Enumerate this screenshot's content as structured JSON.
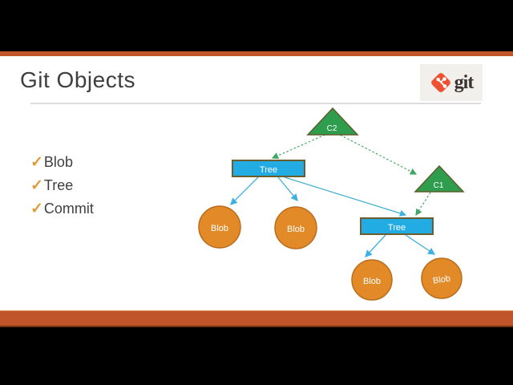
{
  "slide": {
    "title": "Git Objects",
    "check_glyph": "✓",
    "bullets": [
      "Blob",
      "Tree",
      "Commit"
    ]
  },
  "logo": {
    "wordmark": "git"
  },
  "diagram": {
    "nodes": {
      "c2": {
        "label": "C2",
        "shape": "triangle",
        "meaning": "commit"
      },
      "c1": {
        "label": "C1",
        "shape": "triangle",
        "meaning": "commit"
      },
      "tree1": {
        "label": "Tree",
        "shape": "rectangle",
        "meaning": "tree"
      },
      "tree2": {
        "label": "Tree",
        "shape": "rectangle",
        "meaning": "tree"
      },
      "blob1": {
        "label": "Blob",
        "shape": "circle",
        "meaning": "blob"
      },
      "blob2": {
        "label": "Blob",
        "shape": "circle",
        "meaning": "blob"
      },
      "blob3": {
        "label": "Blob",
        "shape": "circle",
        "meaning": "blob"
      },
      "blob4": {
        "label": "Blob",
        "shape": "circle",
        "meaning": "blob"
      }
    },
    "edges": [
      {
        "from": "c2",
        "to": "tree1",
        "style": "dotted"
      },
      {
        "from": "c2",
        "to": "c1",
        "style": "dotted"
      },
      {
        "from": "c1",
        "to": "tree2",
        "style": "dotted"
      },
      {
        "from": "tree1",
        "to": "blob1",
        "style": "solid"
      },
      {
        "from": "tree1",
        "to": "blob2",
        "style": "solid"
      },
      {
        "from": "tree1",
        "to": "tree2",
        "style": "solid"
      },
      {
        "from": "tree2",
        "to": "blob3",
        "style": "solid"
      },
      {
        "from": "tree2",
        "to": "blob4",
        "style": "solid"
      }
    ]
  },
  "colors": {
    "letterbox": "#000000",
    "accent_bar": "#C2562B",
    "commit_fill": "#2F9D4E",
    "commit_border": "#5E5C28",
    "tree_fill": "#23ACE4",
    "tree_border": "#6B5D2E",
    "blob_fill": "#E18A27",
    "blob_border": "#BA6D1E",
    "solid_edge": "#3FB0E4",
    "dotted_edge": "#3FA763",
    "title_text": "#3E3E3E",
    "check": "#E19A3B",
    "git_logo_red": "#F05133"
  }
}
